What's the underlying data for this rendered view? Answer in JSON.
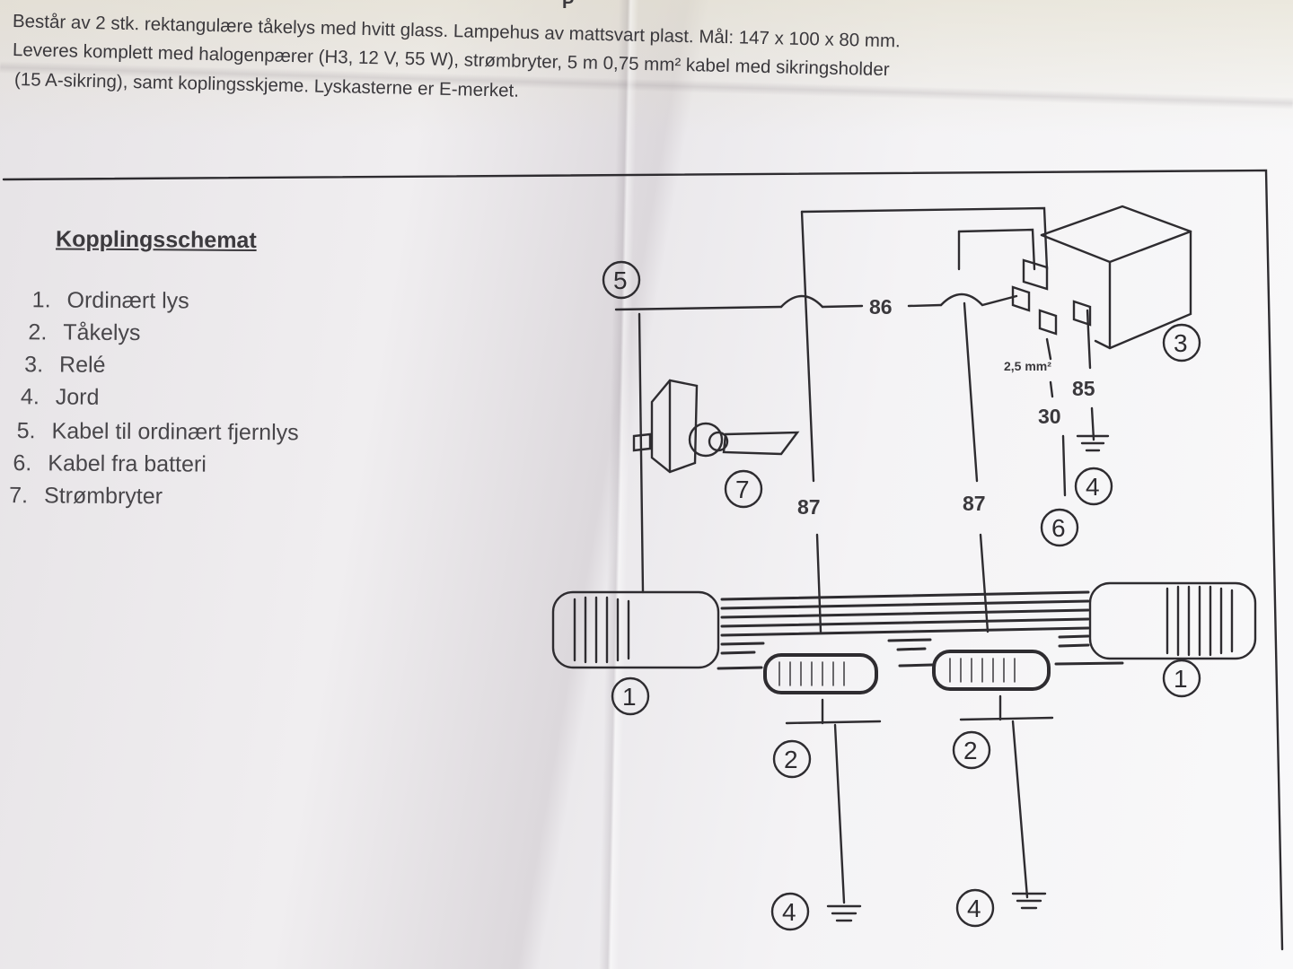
{
  "description": {
    "line1": "Består av 2 stk. rektangulære tåkelys med hvitt glass. Lampehus av mattsvart plast. Mål: 147 x 100 x 80 mm.",
    "line2": "Leveres komplett med halogenpærer (H3, 12 V, 55 W), strømbryter, 5 m 0,75 mm² kabel med sikringsholder",
    "line3": "(15 A-sikring), samt koplingsskjeme. Lyskasterne er E-merket.",
    "corner_letter": "P"
  },
  "legend": {
    "title": "Kopplingsschemat",
    "items": [
      {
        "number": "1.",
        "label": "Ordinært lys"
      },
      {
        "number": "2.",
        "label": "Tåkelys"
      },
      {
        "number": "3.",
        "label": "Relé"
      },
      {
        "number": "4.",
        "label": "Jord"
      },
      {
        "number": "5.",
        "label": "Kabel til ordinært fjernlys"
      },
      {
        "number": "6.",
        "label": "Kabel fra batteri"
      },
      {
        "number": "7.",
        "label": "Strømbryter"
      }
    ]
  },
  "diagram": {
    "terminals": {
      "t86": "86",
      "t85": "85",
      "t30": "30",
      "t87_left": "87",
      "t87_right": "87"
    },
    "wire_size": "2,5 mm²",
    "callouts": {
      "c5": "5",
      "c3": "3",
      "c7": "7",
      "c4_relay": "4",
      "c6": "6",
      "c1_left": "1",
      "c1_right": "1",
      "c2_left": "2",
      "c2_right": "2",
      "c4_left": "4",
      "c4_right": "4"
    }
  },
  "colors": {
    "ink": "#2e2c30",
    "paper": "#f2f1f3"
  }
}
